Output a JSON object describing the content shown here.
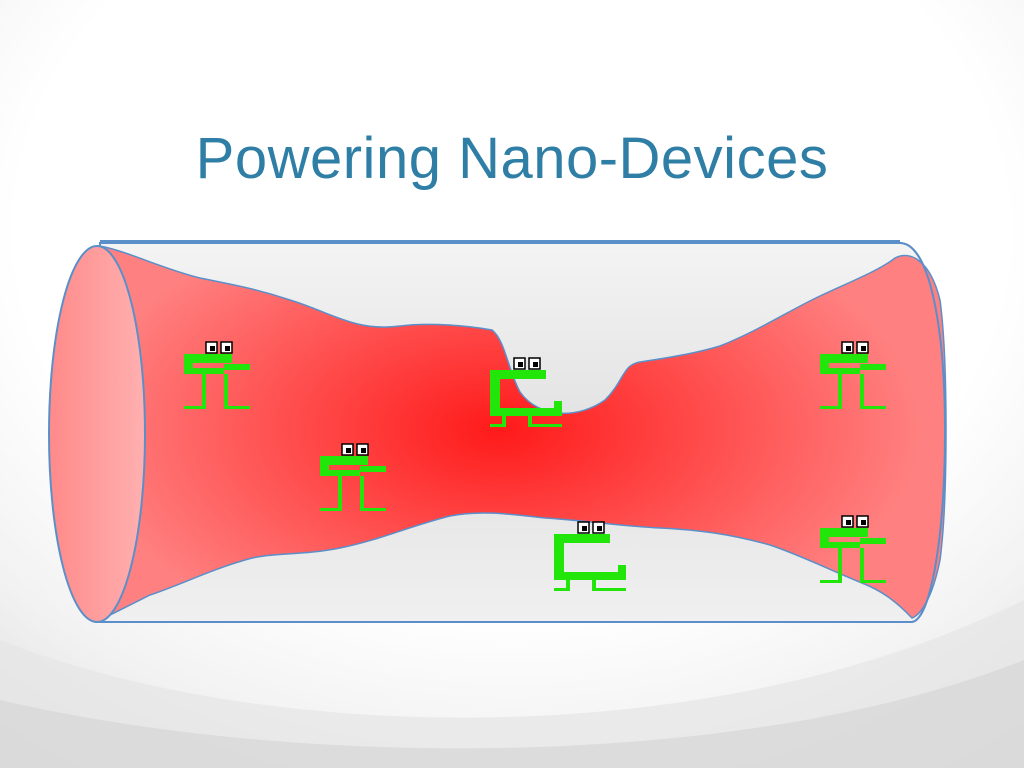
{
  "slide": {
    "title": "Powering Nano-Devices",
    "title_color": "#2e7ea5"
  },
  "diagram": {
    "subject": "blood-vessel-with-nanobots",
    "colors": {
      "vessel_wall": "#ececec",
      "vessel_outline": "#5b8fc9",
      "blood_center": "#ff1a1a",
      "blood_edge": "#ff7b7b",
      "vessel_opening": "#ff9a9a",
      "nanobot": "#22e60a"
    },
    "nanobots": [
      {
        "id": "nanobot-1",
        "pose": "standing"
      },
      {
        "id": "nanobot-2",
        "pose": "standing"
      },
      {
        "id": "nanobot-3",
        "pose": "crouching"
      },
      {
        "id": "nanobot-4",
        "pose": "standing"
      },
      {
        "id": "nanobot-5",
        "pose": "standing"
      },
      {
        "id": "nanobot-6",
        "pose": "crouching"
      }
    ]
  }
}
